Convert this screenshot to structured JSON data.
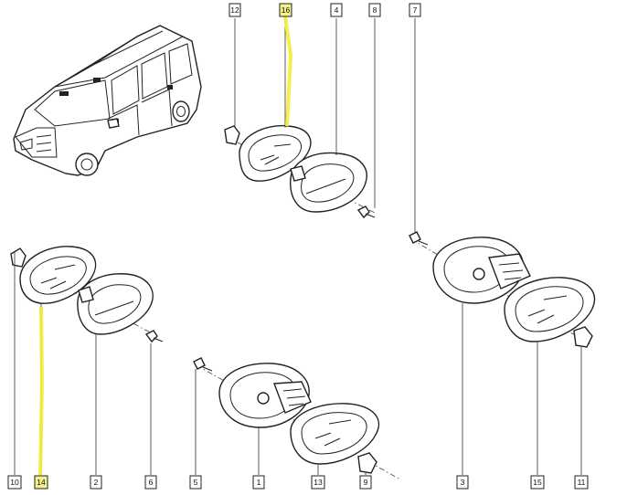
{
  "labels": [
    {
      "id": "l12",
      "text": "12"
    },
    {
      "id": "l16",
      "text": "16",
      "highlight": true
    },
    {
      "id": "l4",
      "text": "4"
    },
    {
      "id": "l8",
      "text": "8"
    },
    {
      "id": "l7",
      "text": "7"
    },
    {
      "id": "l10",
      "text": "10"
    },
    {
      "id": "l14",
      "text": "14",
      "highlight": true
    },
    {
      "id": "l2",
      "text": "2"
    },
    {
      "id": "l6",
      "text": "6"
    },
    {
      "id": "l5",
      "text": "5"
    },
    {
      "id": "l1",
      "text": "1"
    },
    {
      "id": "l13",
      "text": "13"
    },
    {
      "id": "l9",
      "text": "9"
    },
    {
      "id": "l3",
      "text": "3"
    },
    {
      "id": "l15",
      "text": "15"
    },
    {
      "id": "l11",
      "text": "11"
    }
  ],
  "highlight_color": "#f2ee3a"
}
